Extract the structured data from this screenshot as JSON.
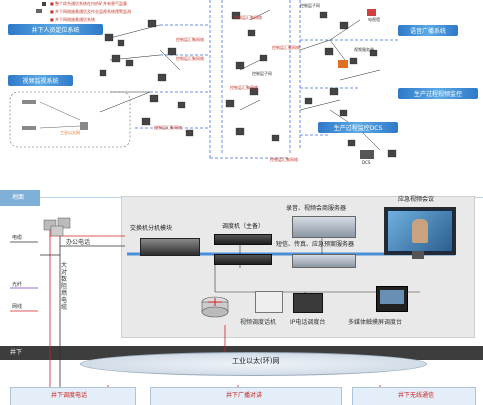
{
  "top": {
    "legend_lines": [
      "■ 整个综合通信系统在内的矿井有害气监督",
      "■ 井下网络施救通信及作业监视系统预警监测",
      "■ 井下网络施救通信系统"
    ],
    "left_tags": [
      "井下人员定位系统",
      "视频监视系统"
    ],
    "right_tags": [
      "语音广播系统",
      "生产过程视频监控",
      "生产过程监控DCS"
    ],
    "center_labels": [
      "控制层汇聚网络",
      "控制层汇聚网络",
      "控制层汇聚网络",
      "控制层汇聚网络",
      "控制层汇聚网络",
      "控制层汇聚网络",
      "控制层汇聚网络"
    ],
    "small_labels": [
      "控制层子网",
      "控制层子网",
      "视频服务器",
      "电视墙"
    ],
    "bottom_left_caption": "工业以太网",
    "dcs_label": "DCS"
  },
  "bottom": {
    "ground_tab": "地面",
    "underground_tab": "井下",
    "office_phone": "办公电话",
    "switch_module": "交换机分机模块",
    "dispatcher": "调度机（主备）",
    "recorder": "录音、视频会商服务器",
    "recorder_sub": "短信、传真、应急预案服务器",
    "conference": "应急视频会议",
    "video_phone": "视频调度话机",
    "ip_console": "IP电话调度台",
    "touch_console": "多媒体触摸屏调度台",
    "ethernet": "工业以太(环)网",
    "vertical_text": "大对数阻燃电缆",
    "legend": {
      "cable": "电缆",
      "fiber": "光纤",
      "network": "网线"
    },
    "legend_colors": {
      "cable": "#333333",
      "fiber": "#7b3fb0",
      "network": "#d02020"
    },
    "underground_items": [
      "井下调度电话",
      "井下广播对讲",
      "井下无线通信"
    ]
  }
}
